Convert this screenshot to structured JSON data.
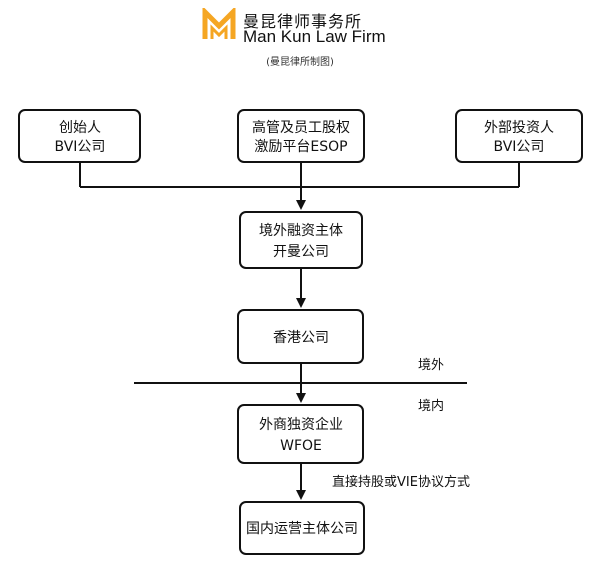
{
  "brand": {
    "name_cn": "曼昆律师事务所",
    "name_en": "Man Kun Law Firm",
    "caption": "(曼昆律所制图)",
    "logo_color": "#f5a623",
    "logo_icon": "mk-logo-icon"
  },
  "diagram": {
    "founder": {
      "line1": "创始人",
      "line2": "BVI公司"
    },
    "esop": {
      "line1": "高管及员工股权",
      "line2": "激励平台ESOP"
    },
    "investor": {
      "line1": "外部投资人",
      "line2": "BVI公司"
    },
    "offshore_entity": {
      "line1": "境外融资主体",
      "line2": "开曼公司"
    },
    "hk_company": {
      "line1": "香港公司"
    },
    "wfoe": {
      "line1": "外商独资企业",
      "line2": "WFOE"
    },
    "domestic_entity": {
      "line1": "国内运营主体公司"
    },
    "border": {
      "outside_label": "境外",
      "inside_label": "境内"
    },
    "control_label": "直接持股或VIE协议方式"
  }
}
